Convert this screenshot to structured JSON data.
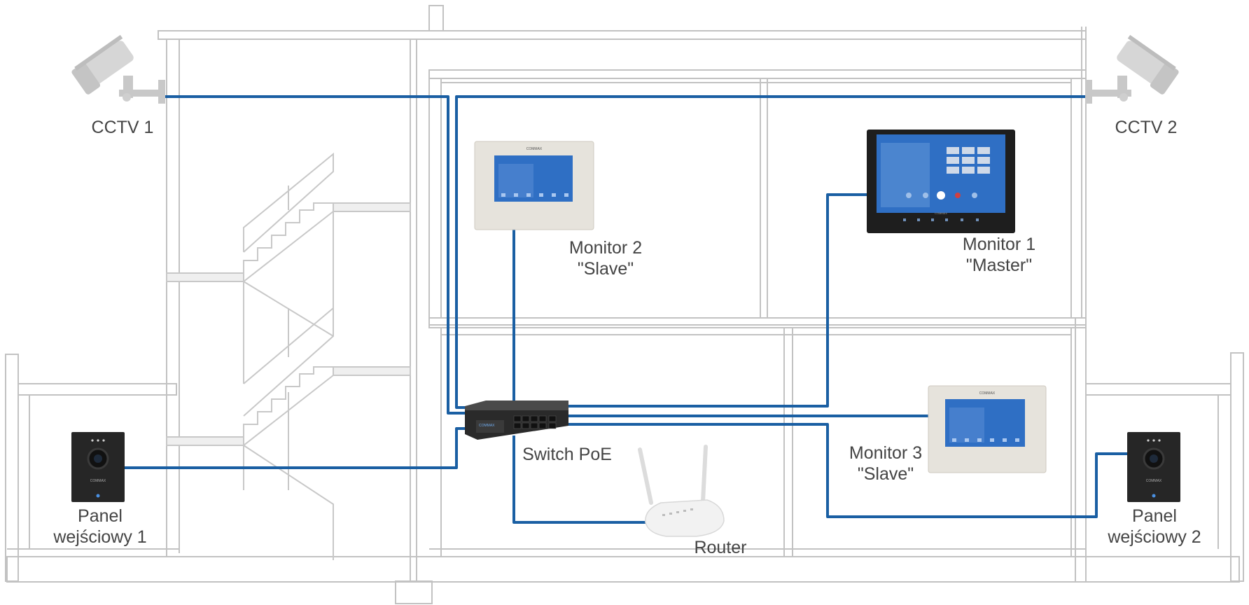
{
  "colors": {
    "cable": "#1a5fa3",
    "building_outline": "#bfbfbf",
    "label_text": "#444444",
    "screen": "#2f6fc4",
    "device_dark": "#2a2a2a"
  },
  "devices": {
    "cctv1": {
      "label": "CCTV 1",
      "icon": "cctv-camera-icon"
    },
    "cctv2": {
      "label": "CCTV 2",
      "icon": "cctv-camera-icon"
    },
    "monitor1": {
      "line1": "Monitor 1",
      "line2": "\"Master\"",
      "brand": "COMMAX"
    },
    "monitor2": {
      "line1": "Monitor 2",
      "line2": "\"Slave\"",
      "brand": "COMMAX"
    },
    "monitor3": {
      "line1": "Monitor 3",
      "line2": "\"Slave\"",
      "brand": "COMMAX"
    },
    "switch": {
      "label": "Switch PoE",
      "brand": "COMMAX"
    },
    "router": {
      "label": "Router"
    },
    "panel1": {
      "line1": "Panel",
      "line2": "wejściowy 1",
      "brand": "COMMAX"
    },
    "panel2": {
      "line1": "Panel",
      "line2": "wejściowy 2",
      "brand": "COMMAX"
    }
  }
}
